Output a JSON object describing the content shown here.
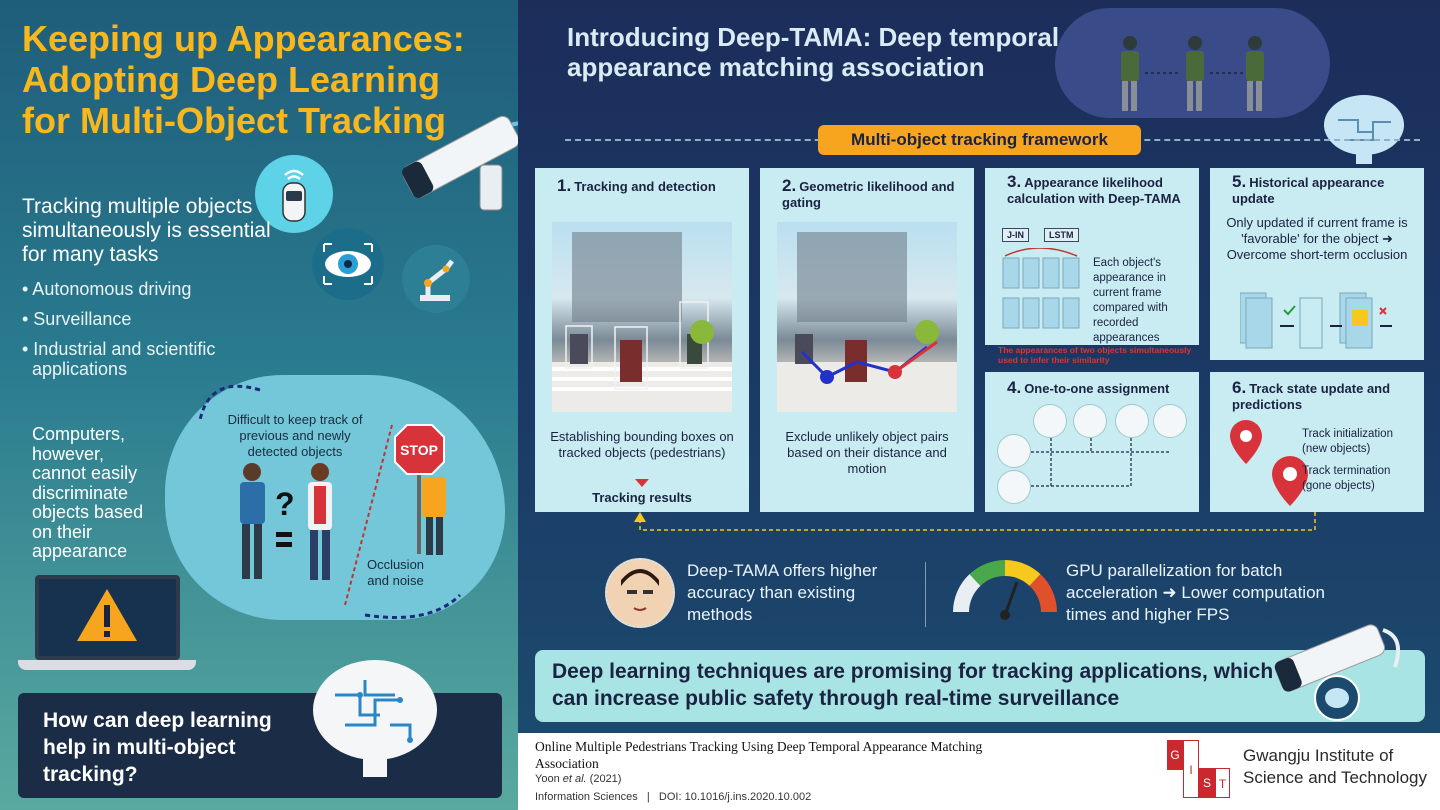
{
  "left": {
    "title": "Keeping up Appearances: Adopting Deep Learning for Multi-Object Tracking",
    "intro": "Tracking multiple objects simultaneously is essential for many tasks",
    "bullets": [
      "• Autonomous driving",
      "• Surveillance",
      "• Industrial and scientific\n  applications"
    ],
    "cannot_text": "Computers, however, cannot easily discriminate objects based on their appearance",
    "cloud_text": "Difficult to keep track of previous and newly detected objects",
    "occlusion_text": "Occlusion and noise",
    "stop_sign": "STOP",
    "question": "How can deep learning help in multi-object tracking?"
  },
  "right": {
    "title": "Introducing Deep-TAMA: Deep temporal appearance matching association",
    "framework": "Multi-object tracking framework",
    "steps": [
      {
        "num": "1.",
        "title": "Tracking and detection",
        "text": "Establishing bounding boxes on tracked objects (pedestrians)",
        "result": "Tracking results"
      },
      {
        "num": "2.",
        "title": "Geometric likelihood and gating",
        "text": "Exclude unlikely object pairs based on their distance and motion"
      },
      {
        "num": "3.",
        "title": "Appearance likelihood calculation with Deep-TAMA",
        "tag1": "J-IN",
        "tag2": "LSTM",
        "text": "Each object's appearance in current frame compared with recorded appearances",
        "note": "The appearances of two objects simultaneously used to infer their similarity"
      },
      {
        "num": "4.",
        "title": "One-to-one assignment"
      },
      {
        "num": "5.",
        "title": "Historical appearance update",
        "text": "Only updated if current frame is 'favorable' for the object ➜ Overcome short-term occlusion"
      },
      {
        "num": "6.",
        "title": "Track state update and predictions",
        "init": "Track initialization (new objects)",
        "term": "Track termination (gone objects)"
      }
    ],
    "accuracy": "Deep-TAMA offers higher accuracy than existing methods",
    "gpu": "GPU parallelization for batch acceleration ➜ Lower computation times and higher FPS",
    "conclusion": "Deep learning techniques are promising for tracking applications, which can increase public safety through real-time surveillance"
  },
  "footer": {
    "paper_title": "Online Multiple Pedestrians Tracking Using Deep Temporal Appearance Matching Association",
    "authors_prefix": "Yoon ",
    "authors_etal": "et al.",
    "authors_year": " (2021)",
    "journal": "Information Sciences   |   DOI: 10.1016/j.ins.2020.10.002",
    "logo_letters": [
      "G",
      "I",
      "S",
      "T"
    ],
    "institute": "Gwangju Institute of Science and Technology"
  },
  "colors": {
    "accent": "#f8b81d",
    "orange": "#f7a51f",
    "card": "#c9ecf2",
    "logo_red": "#c8282e"
  }
}
